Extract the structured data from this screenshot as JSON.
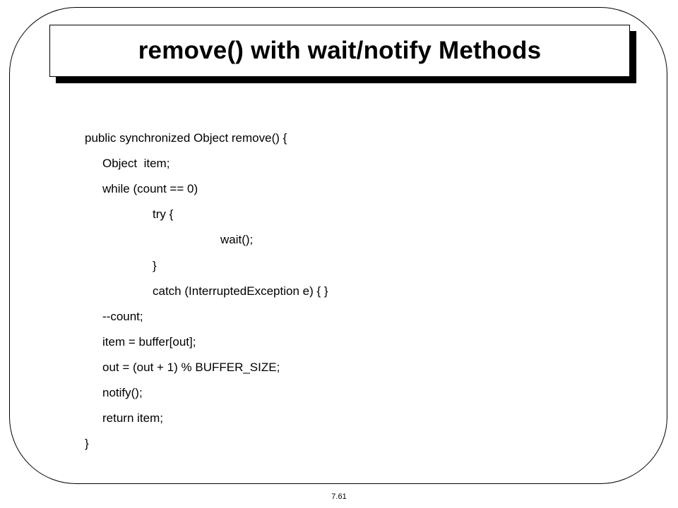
{
  "slide": {
    "title": "remove() with wait/notify Methods",
    "code_lines": [
      {
        "text": "public synchronized Object remove() {",
        "indent": 0
      },
      {
        "text": "Object  item;",
        "indent": 1
      },
      {
        "text": "while (count == 0)",
        "indent": 1
      },
      {
        "text": "try {",
        "indent": 2
      },
      {
        "text": "wait();",
        "indent": 3
      },
      {
        "text": "}",
        "indent": 2
      },
      {
        "text": "catch (InterruptedException e) { }",
        "indent": 2
      },
      {
        "text": "--count;",
        "indent": 1
      },
      {
        "text": "item = buffer[out];",
        "indent": 1
      },
      {
        "text": "out = (out + 1) % BUFFER_SIZE;",
        "indent": 1
      },
      {
        "text": "notify();",
        "indent": 1
      },
      {
        "text": "return item;",
        "indent": 1
      },
      {
        "text": "}",
        "indent": 0
      }
    ],
    "slide_number": "7.61"
  }
}
